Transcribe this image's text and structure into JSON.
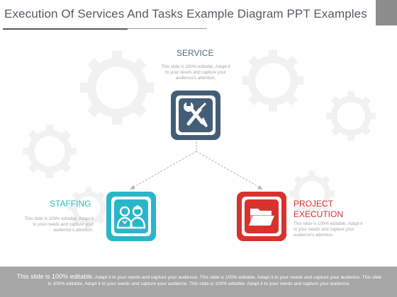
{
  "title": "Execution Of Services And Tasks Example Diagram PPT Examples",
  "colors": {
    "service": "#455e78",
    "staffing": "#2ab5c8",
    "project": "#d7322d",
    "heading_service": "#4f6b86",
    "heading_staffing": "#2ab5c8",
    "heading_project": "#d7322d",
    "footer_bg": "#a6a6a6",
    "corner_box": "#8c8c8c"
  },
  "nodes": {
    "service": {
      "heading": "SERVICE",
      "desc_lines": [
        "This slide is 100% editable. Adapt it",
        "to your needs and capture your",
        "audience's attention."
      ],
      "icon": "tools-icon"
    },
    "staffing": {
      "heading": "STAFFING",
      "desc_lines": [
        "This slide is 100% editable. Adapt it",
        "to your needs and capture your",
        "audience's attention."
      ],
      "icon": "medical-staff-icon"
    },
    "project": {
      "heading_lines": [
        "PROJECT",
        "EXECUTION"
      ],
      "desc_lines": [
        "This slide is 100% editable. Adapt it",
        "to your needs and capture your",
        "audience's attention."
      ],
      "icon": "folder-icon"
    }
  },
  "footer": {
    "lead": "This slide is 100% editable.",
    "line1_rest": " Adapt it to your needs and capture your audience. This slide is 100% editable. Adapt it to your needs and capture your audience. This slide",
    "line2": "is 100% editable. Adapt it to your needs and capture your audience. This slide is 100% editable. Adapt it to your needs and capture your audience."
  }
}
